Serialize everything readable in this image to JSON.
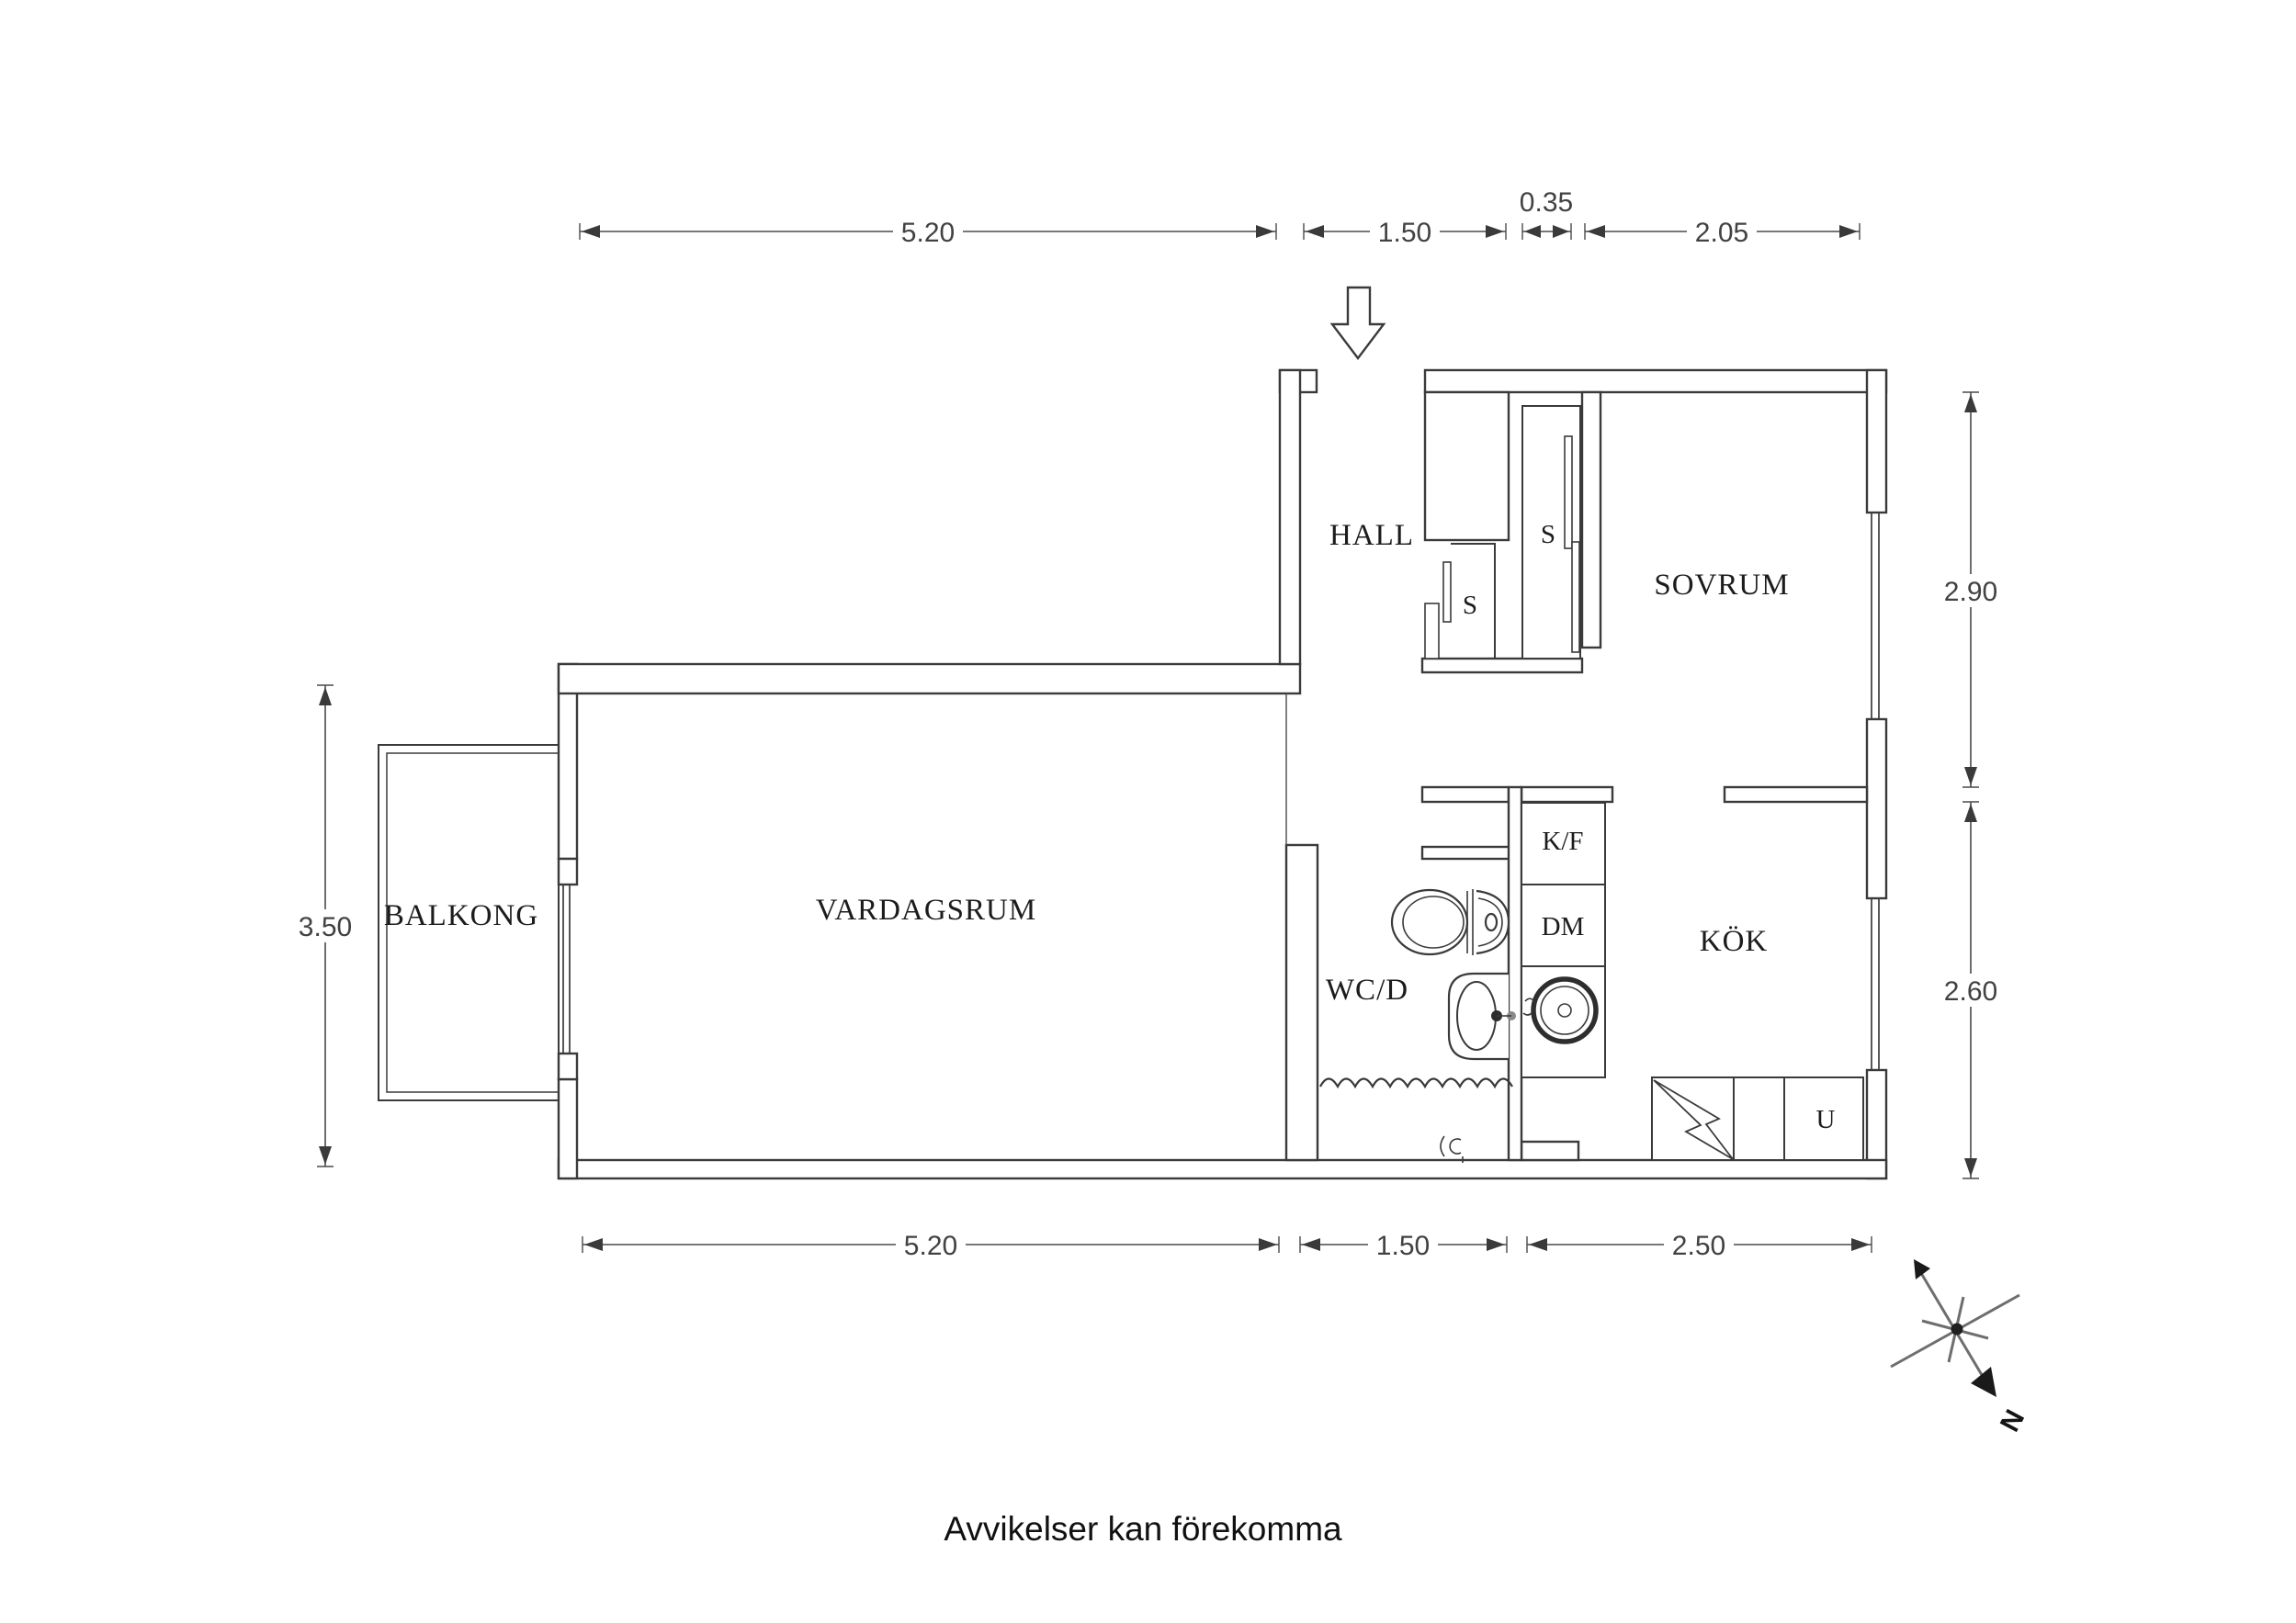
{
  "page": {
    "background": "#ffffff"
  },
  "rooms": {
    "hall": "HALL",
    "bedroom": "SOVRUM",
    "living_room": "VARDAGSRUM",
    "balcony": "BALKONG",
    "bathroom": "WC/D",
    "kitchen": "KÖK"
  },
  "labels": {
    "fridge_freezer": "K/F",
    "dishwasher": "DM",
    "closet_small": "S",
    "closet_large": "S",
    "oven": "U",
    "north": "N"
  },
  "dimensions": {
    "top": {
      "d1": "5.20",
      "d2": "1.50",
      "d3": "0.35",
      "d4": "2.05"
    },
    "bottom": {
      "d1": "5.20",
      "d2": "1.50",
      "d3": "2.50"
    },
    "right": {
      "d1": "2.90",
      "d2": "2.60"
    },
    "left": {
      "d1": "3.50"
    }
  },
  "footer": {
    "disclaimer": "Avvikelser kan förekomma"
  },
  "colors": {
    "background": "#ffffff",
    "wall_stroke": "#3a3a3a",
    "dimension": "#4a4a4a",
    "label_text": "#1c1c1c"
  }
}
